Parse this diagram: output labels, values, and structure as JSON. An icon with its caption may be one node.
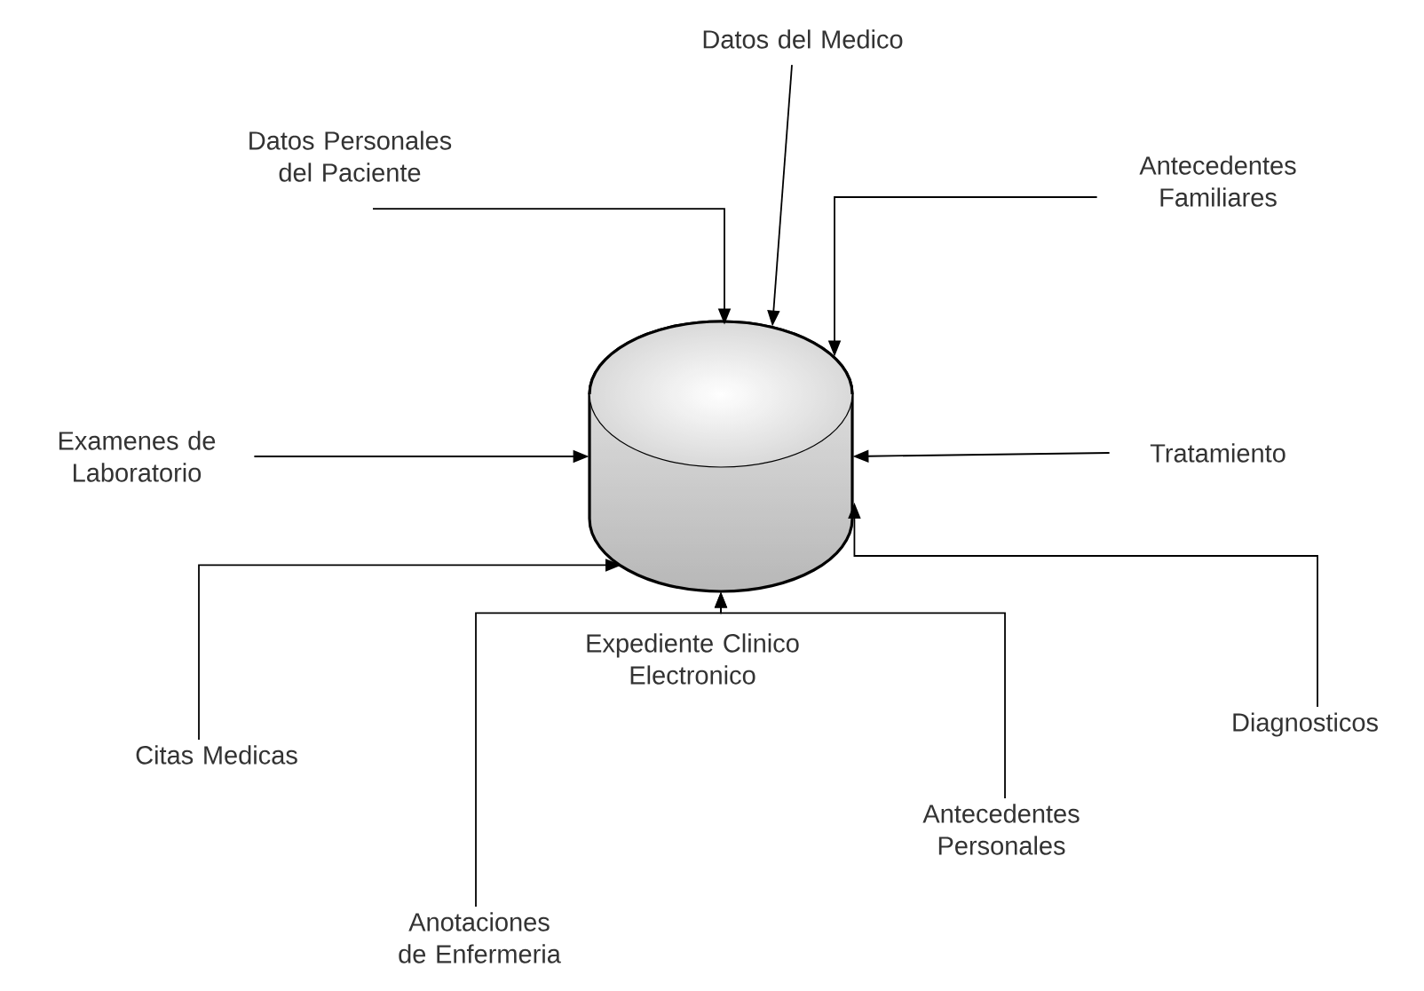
{
  "diagram": {
    "nodes": [
      {
        "text": [],
        "shape": "cylinder",
        "beside": [
          "Expediente Clinico Electronico"
        ]
      },
      {
        "text": [
          "Datos del Medico"
        ]
      },
      {
        "text": [
          "Datos Personales del Paciente"
        ]
      },
      {
        "text": [
          "Antecedentes Familiares"
        ]
      },
      {
        "text": [
          "Examenes de Laboratorio"
        ]
      },
      {
        "text": [
          "Tratamiento"
        ]
      },
      {
        "text": [
          "Citas Medicas"
        ]
      },
      {
        "text": [
          "Diagnosticos"
        ]
      },
      {
        "text": [
          "Antecedentes Personales"
        ]
      },
      {
        "text": [
          "Anotaciones de Enfermeria"
        ]
      }
    ],
    "edges": [
      {
        "from": 1,
        "to": 0,
        "arrow": "to"
      },
      {
        "from": 2,
        "to": 0,
        "arrow": "to"
      },
      {
        "from": 3,
        "to": 0,
        "arrow": "to"
      },
      {
        "from": 4,
        "to": 0,
        "arrow": "to"
      },
      {
        "from": 5,
        "to": 0,
        "arrow": "to"
      },
      {
        "from": 6,
        "to": 0,
        "arrow": "to"
      },
      {
        "from": 7,
        "to": 0,
        "arrow": "to"
      },
      {
        "from": 8,
        "to": 0,
        "arrow": "to"
      },
      {
        "from": 9,
        "to": 0,
        "arrow": "to"
      }
    ]
  }
}
